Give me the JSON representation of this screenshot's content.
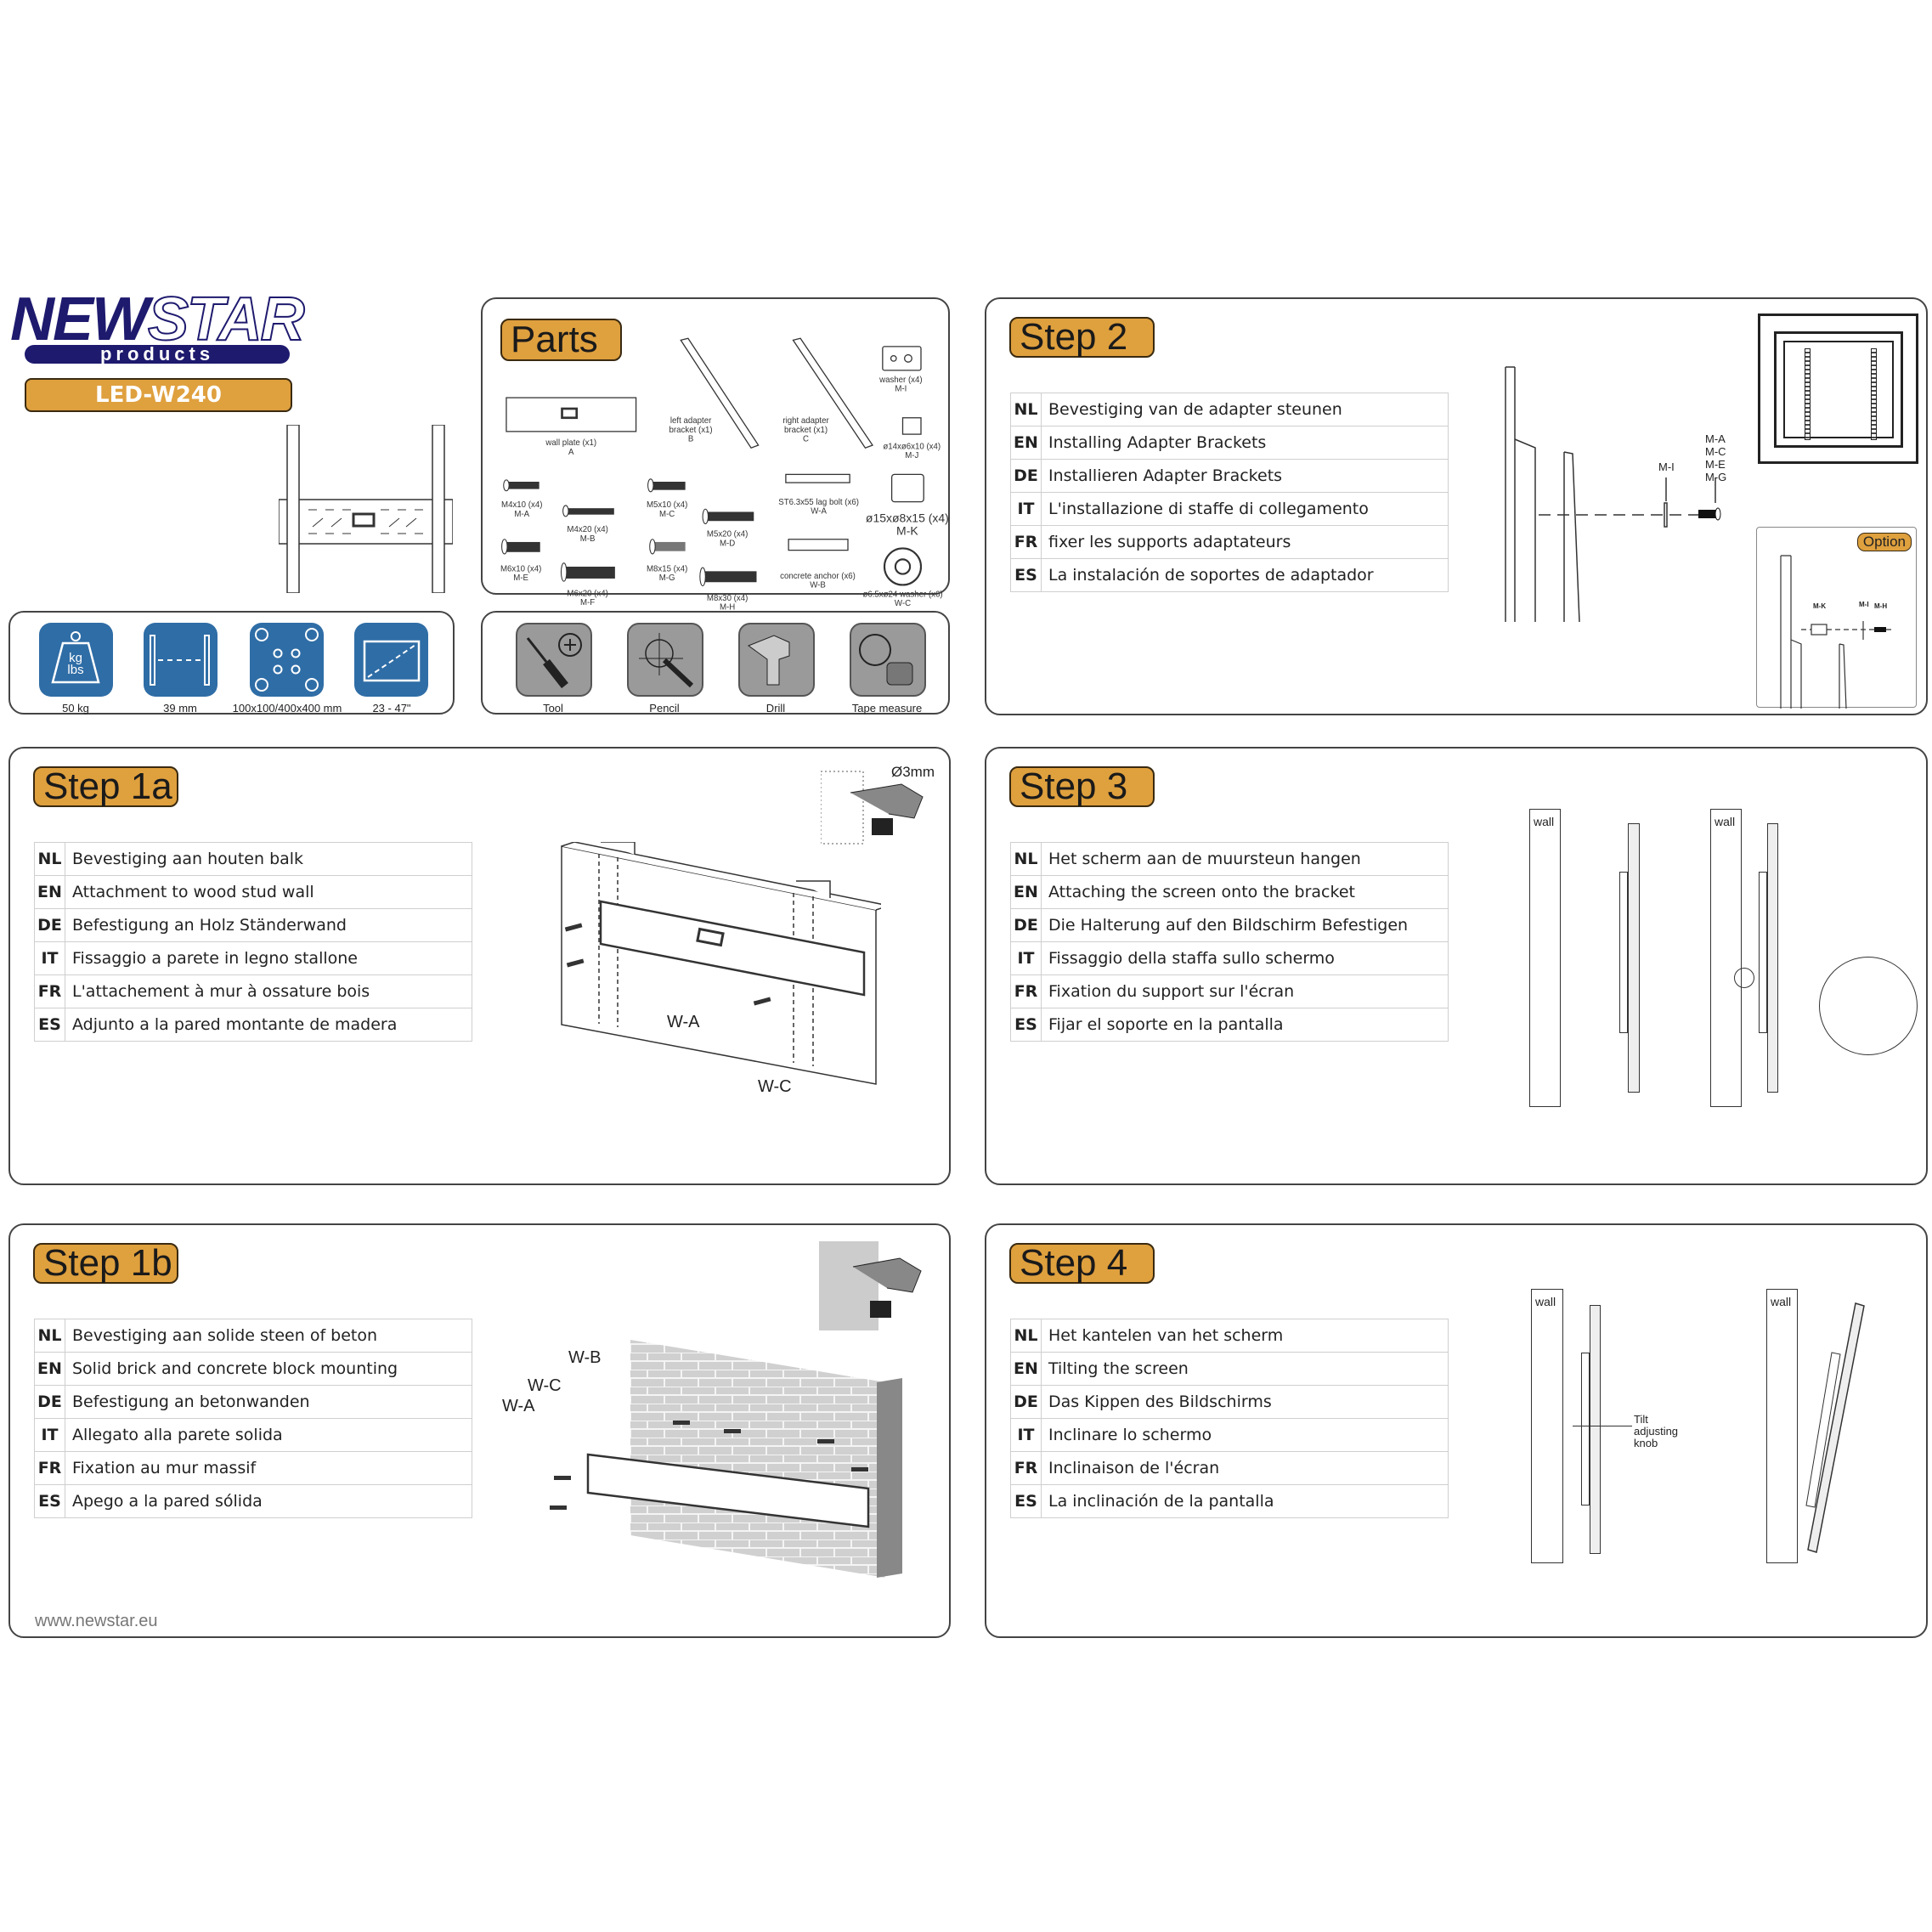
{
  "brand": {
    "name_part1": "NEW",
    "name_part2": "STAR",
    "subtitle": "products",
    "model": "LED-W240",
    "website": "www.newstar.eu"
  },
  "colors": {
    "accent": "#DFA03E",
    "spec_blue": "#2F6DA6",
    "brand_navy": "#1E1A6E"
  },
  "specs": [
    {
      "icon": "weight-icon",
      "label": "50 kg",
      "icon_text_1": "kg",
      "icon_text_2": "lbs"
    },
    {
      "icon": "wall-distance-icon",
      "label": "39 mm"
    },
    {
      "icon": "vesa-pattern-icon",
      "label": "100x100/400x400 mm"
    },
    {
      "icon": "screen-size-icon",
      "label": "23 - 47\""
    }
  ],
  "parts": {
    "title": "Parts",
    "items": [
      {
        "name": "wall plate  (x1)",
        "code": "A"
      },
      {
        "name": "left  adapter bracket  (x1)",
        "code": "B"
      },
      {
        "name": "right  adapter bracket  (x1)",
        "code": "C"
      },
      {
        "name": "washer  (x4)",
        "code": "M-I"
      },
      {
        "name": "ø14xø6x10  (x4)",
        "code": "M-J"
      },
      {
        "name": "ø15xø8x15  (x4)",
        "code": "M-K"
      },
      {
        "name": "ø6.5xø24  washer  (x6)",
        "code": "W-C"
      },
      {
        "name": "ST6.3x55  lag bolt  (x6)",
        "code": "W-A"
      },
      {
        "name": "concrete anchor   (x6)",
        "code": "W-B"
      },
      {
        "name": "M4x10  (x4)",
        "code": "M-A"
      },
      {
        "name": "M4x20 (x4)",
        "code": "M-B"
      },
      {
        "name": "M5x10 (x4)",
        "code": "M-C"
      },
      {
        "name": "M5x20 (x4)",
        "code": "M-D"
      },
      {
        "name": "M6x10 (x4)",
        "code": "M-E"
      },
      {
        "name": "M6x20  (x4)",
        "code": "M-F"
      },
      {
        "name": "M8x15 (x4)",
        "code": "M-G"
      },
      {
        "name": "M8x30 (x4)",
        "code": "M-H"
      }
    ]
  },
  "tools": [
    {
      "icon": "screwdriver-icon",
      "label": "Tool"
    },
    {
      "icon": "pencil-icon",
      "label": "Pencil"
    },
    {
      "icon": "drill-icon",
      "label": "Drill"
    },
    {
      "icon": "tape-measure-icon",
      "label": "Tape measure"
    }
  ],
  "steps": {
    "step2": {
      "title": "Step 2",
      "rows": [
        {
          "code": "NL",
          "text": "Bevestiging van de adapter steunen"
        },
        {
          "code": "EN",
          "text": "Installing Adapter Brackets"
        },
        {
          "code": "DE",
          "text": "Installieren Adapter Brackets"
        },
        {
          "code": "IT",
          "text": "L'installazione di staffe di collegamento"
        },
        {
          "code": "FR",
          "text": "fixer les supports adaptateurs"
        },
        {
          "code": "ES",
          "text": "La instalación de soportes de adaptador"
        }
      ],
      "diagram": {
        "washer_label": "M-I",
        "screw_labels": "M-A\nM-C\nM-E\nM-G",
        "option_label": "Option",
        "option_parts": [
          "M-K",
          "M-I",
          "M-H"
        ]
      }
    },
    "step1a": {
      "title": "Step 1a",
      "rows": [
        {
          "code": "NL",
          "text": "Bevestiging aan houten balk"
        },
        {
          "code": "EN",
          "text": "Attachment to wood stud wall"
        },
        {
          "code": "DE",
          "text": "Befestigung an Holz Ständerwand"
        },
        {
          "code": "IT",
          "text": "Fissaggio a parete in legno stallone"
        },
        {
          "code": "FR",
          "text": "L'attachement à mur à ossature bois"
        },
        {
          "code": "ES",
          "text": "Adjunto a la pared montante de madera"
        }
      ],
      "diagram": {
        "drill_size": "Ø3mm",
        "label_wa": "W-A",
        "label_wc": "W-C"
      }
    },
    "step3": {
      "title": "Step 3",
      "rows": [
        {
          "code": "NL",
          "text": "Het scherm aan de muursteun hangen"
        },
        {
          "code": "EN",
          "text": "Attaching the screen onto the bracket"
        },
        {
          "code": "DE",
          "text": "Die Halterung auf den Bildschirm Befestigen"
        },
        {
          "code": "IT",
          "text": "Fissaggio della staffa sullo schermo"
        },
        {
          "code": "FR",
          "text": "Fixation du support sur l'écran"
        },
        {
          "code": "ES",
          "text": "Fijar el soporte en la pantalla"
        }
      ],
      "diagram": {
        "wall_label": "wall"
      }
    },
    "step1b": {
      "title": "Step 1b",
      "rows": [
        {
          "code": "NL",
          "text": "Bevestiging aan solide steen of beton"
        },
        {
          "code": "EN",
          "text": "Solid brick and concrete block mounting"
        },
        {
          "code": "DE",
          "text": "Befestigung an betonwanden"
        },
        {
          "code": "IT",
          "text": "Allegato alla parete solida"
        },
        {
          "code": "FR",
          "text": "Fixation au mur massif"
        },
        {
          "code": "ES",
          "text": "Apego a la pared sólida"
        }
      ],
      "diagram": {
        "label_wb": "W-B",
        "label_wc": "W-C",
        "label_wa": "W-A"
      }
    },
    "step4": {
      "title": "Step 4",
      "rows": [
        {
          "code": "NL",
          "text": "Het kantelen van het scherm"
        },
        {
          "code": "EN",
          "text": "Tilting the screen"
        },
        {
          "code": "DE",
          "text": "Das Kippen des Bildschirms"
        },
        {
          "code": "IT",
          "text": "Inclinare lo schermo"
        },
        {
          "code": "FR",
          "text": "Inclinaison de l'écran"
        },
        {
          "code": "ES",
          "text": "La inclinación de la pantalla"
        }
      ],
      "diagram": {
        "wall_label": "wall",
        "knob_label": "Tilt\nadjusting\nknob"
      }
    }
  }
}
